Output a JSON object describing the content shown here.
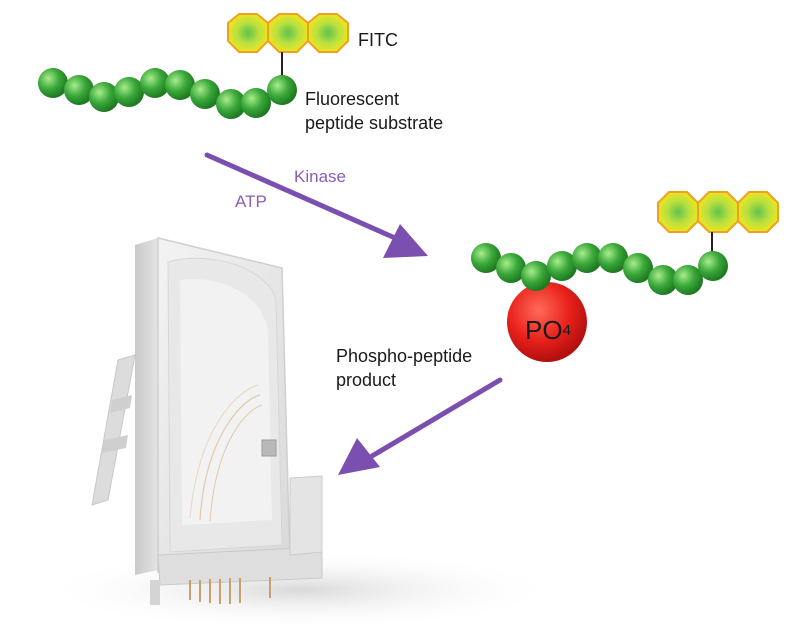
{
  "labels": {
    "fitc": "FITC",
    "substrate_line1": "Fluorescent",
    "substrate_line2": "peptide substrate",
    "kinase": "Kinase",
    "atp": "ATP",
    "phospho": "PO",
    "phospho_sub": "4",
    "product_line1": "Phospho-peptide",
    "product_line2": "product"
  },
  "colors": {
    "bead": "#3aa83a",
    "bead_highlight": "#8fe07a",
    "hexagon_fill": "#f2e21a",
    "hexagon_center": "#6fcf4f",
    "hexagon_border": "#f0a020",
    "arrow": "#7b4fb0",
    "phosphate": "#e02020"
  },
  "icons": {
    "device": "microfluidic-chip-device"
  }
}
